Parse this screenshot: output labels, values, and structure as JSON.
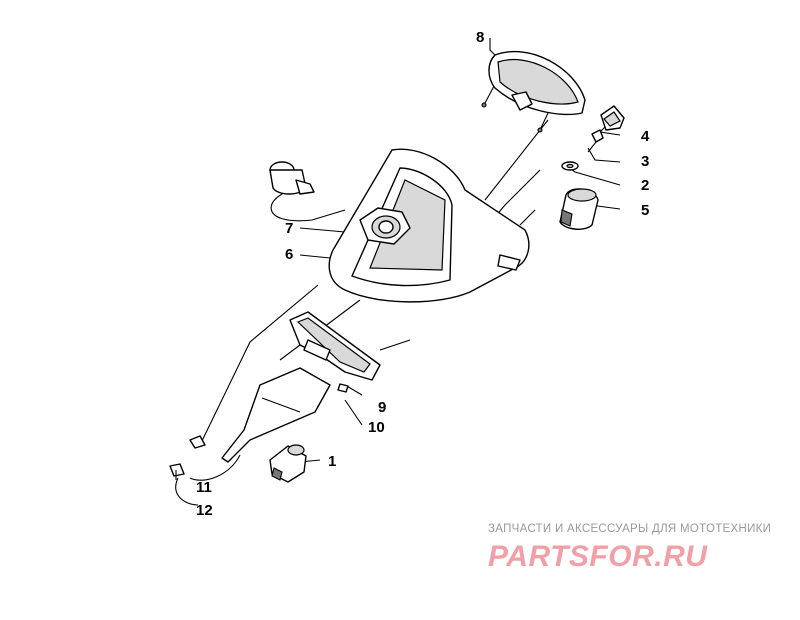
{
  "callouts": {
    "c1": "1",
    "c2": "2",
    "c3": "3",
    "c4": "4",
    "c5": "5",
    "c6": "6",
    "c7": "7",
    "c8": "8",
    "c9": "9",
    "c10": "10",
    "c11": "11",
    "c12": "12"
  },
  "watermark": {
    "tagline": "ЗАПЧАСТИ И АКСЕССУАРЫ ДЛЯ МОТОТЕХНИКИ",
    "logo": "PARTSFOR.RU"
  },
  "colors": {
    "line": "#000000",
    "fill": "#ffffff",
    "shade": "#d9d9d9",
    "watermark": "#f2a0a8"
  }
}
